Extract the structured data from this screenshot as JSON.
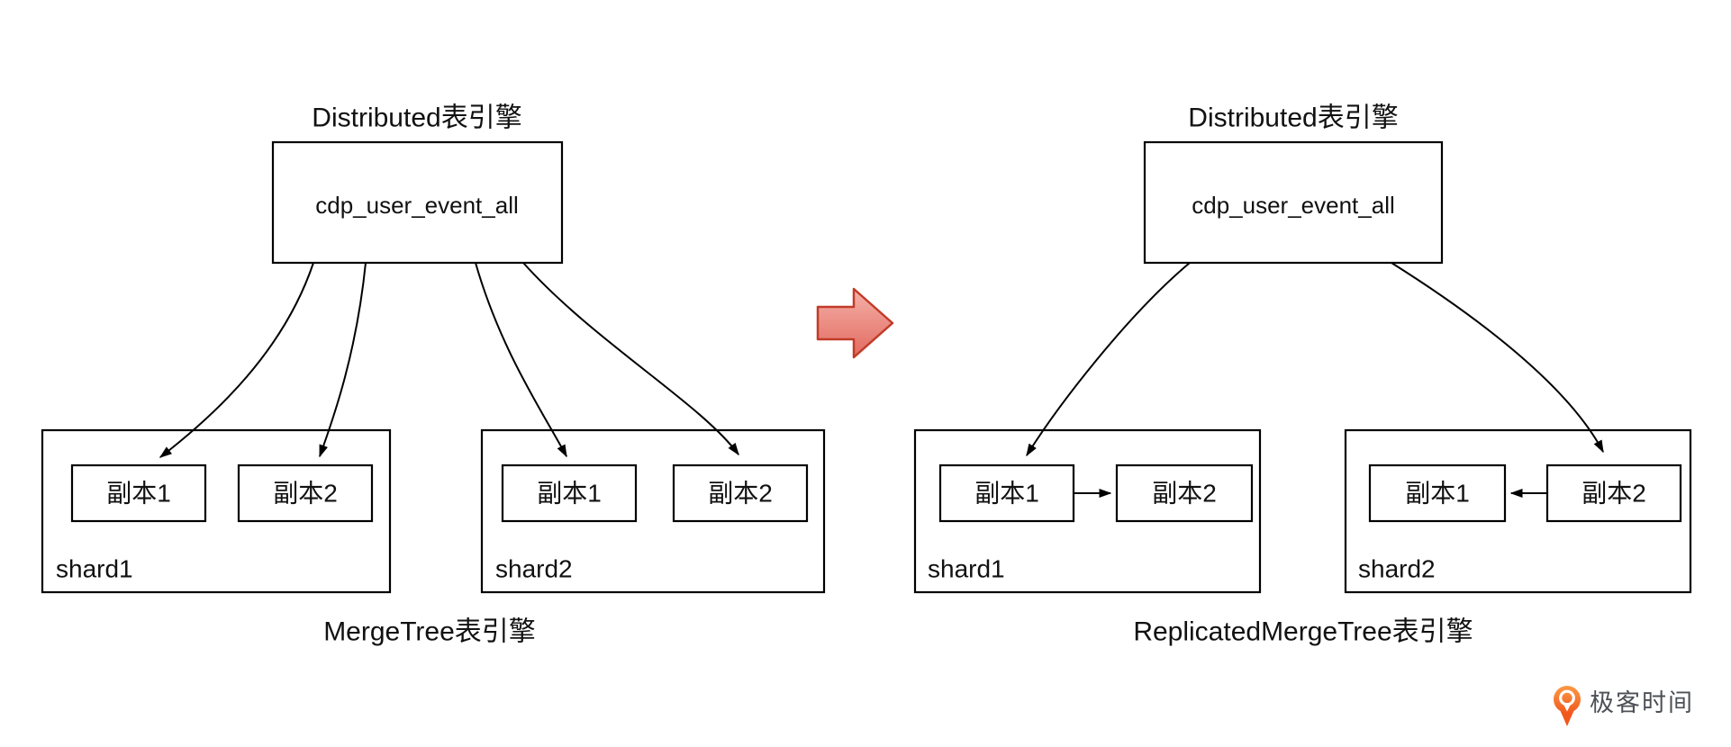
{
  "left": {
    "title": "Distributed表引擎",
    "table": "cdp_user_event_all",
    "caption": "MergeTree表引擎",
    "shard1": {
      "label": "shard1",
      "replica1": "副本1",
      "replica2": "副本2"
    },
    "shard2": {
      "label": "shard2",
      "replica1": "副本1",
      "replica2": "副本2"
    }
  },
  "right": {
    "title": "Distributed表引擎",
    "table": "cdp_user_event_all",
    "caption": "ReplicatedMergeTree表引擎",
    "shard1": {
      "label": "shard1",
      "replica1": "副本1",
      "replica2": "副本2"
    },
    "shard2": {
      "label": "shard2",
      "replica1": "副本1",
      "replica2": "副本2"
    }
  },
  "transform_arrow": {
    "direction": "right",
    "fill_top": "#f5b1a9",
    "fill_bottom": "#e16a5f",
    "border_color": "#c23b28"
  },
  "logo": {
    "text": "极客时间",
    "icon_color_top": "#fb9a46",
    "icon_color_bottom": "#f15a1e",
    "text_color": "#4d5056"
  },
  "line_color": "#000000"
}
